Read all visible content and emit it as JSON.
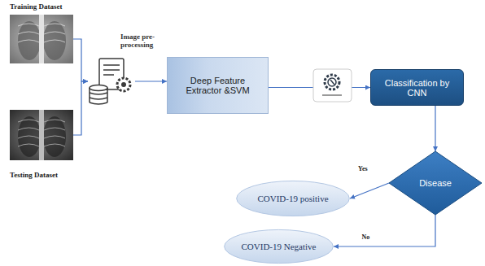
{
  "diagram": {
    "nodes": [
      {
        "text": [
          "Training Dataset"
        ]
      },
      {
        "text": [
          "Testing Dataset"
        ]
      },
      {
        "text": [
          "Image pre-processing"
        ]
      },
      {
        "text": [
          "Deep Feature Extractor &SVM"
        ]
      },
      {
        "text": [
          "Classification by CNN"
        ]
      },
      {
        "text": [
          "Disease"
        ]
      },
      {
        "text": [
          "COVID-19 positive"
        ]
      },
      {
        "text": [
          "COVID-19 Negative"
        ]
      }
    ],
    "edges": [
      {
        "from": 0,
        "to": 2,
        "arrow": "to"
      },
      {
        "from": 1,
        "to": 2,
        "arrow": "to"
      },
      {
        "from": 2,
        "to": 3,
        "arrow": "to"
      },
      {
        "from": 3,
        "to": 4,
        "arrow": "to"
      },
      {
        "from": 4,
        "to": 5,
        "arrow": "to"
      },
      {
        "from": 5,
        "to": 6,
        "label": "Yes",
        "arrow": "to"
      },
      {
        "from": 5,
        "to": 7,
        "label": "No",
        "arrow": "to"
      }
    ]
  }
}
